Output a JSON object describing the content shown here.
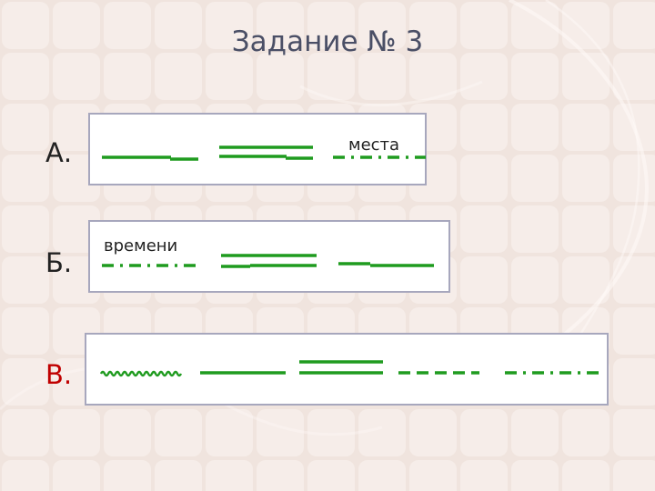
{
  "slide": {
    "title": "Задание № 3",
    "colors": {
      "accent": "#1f9b1f",
      "text": "#222222",
      "answer_highlight": "#c00000",
      "title": "#4a4f66"
    },
    "rows": [
      {
        "label": "А.",
        "inline_word": "места"
      },
      {
        "label": "Б.",
        "inline_word": "времени"
      },
      {
        "label": "В."
      }
    ]
  }
}
